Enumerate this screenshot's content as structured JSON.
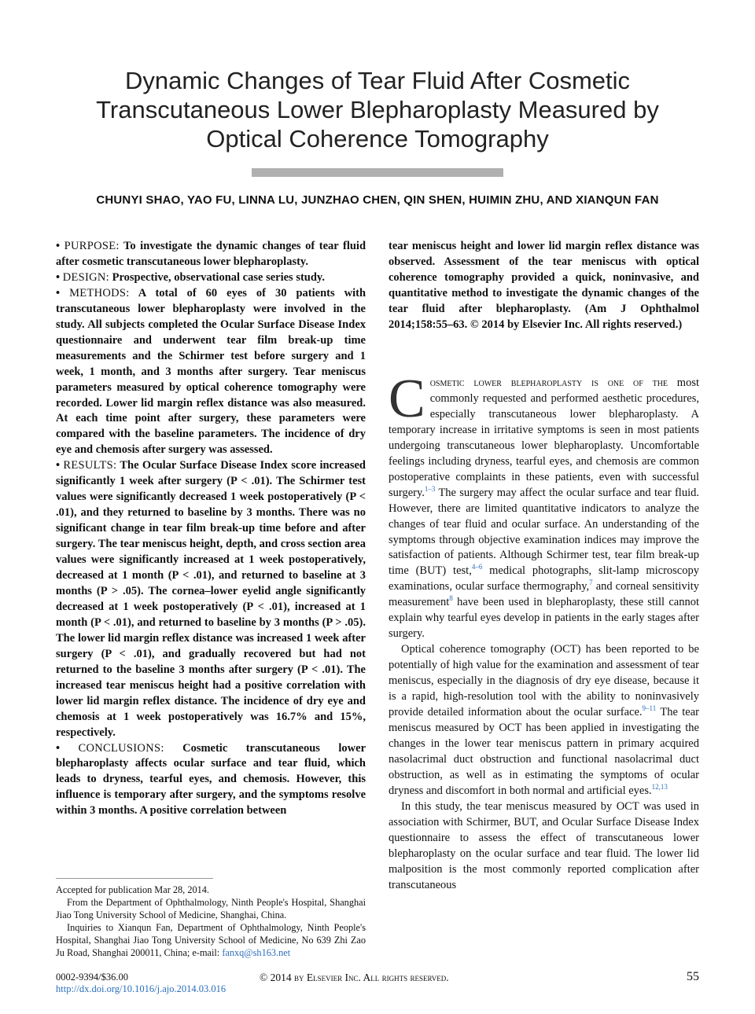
{
  "title": "Dynamic Changes of Tear Fluid After Cosmetic Transcutaneous Lower Blepharoplasty Measured by Optical Coherence Tomography",
  "authors": "CHUNYI SHAO, YAO FU, LINNA LU, JUNZHAO CHEN, QIN SHEN, HUIMIN ZHU, AND XIANQUN FAN",
  "abstract": {
    "purpose_label": "PURPOSE:",
    "purpose": " To investigate the dynamic changes of tear fluid after cosmetic transcutaneous lower blepharoplasty.",
    "design_label": "DESIGN:",
    "design": " Prospective, observational case series study.",
    "methods_label": "METHODS:",
    "methods": " A total of 60 eyes of 30 patients with transcutaneous lower blepharoplasty were involved in the study. All subjects completed the Ocular Surface Disease Index questionnaire and underwent tear film break-up time measurements and the Schirmer test before surgery and 1 week, 1 month, and 3 months after surgery. Tear meniscus parameters measured by optical coherence tomography were recorded. Lower lid margin reflex distance was also measured. At each time point after surgery, these parameters were compared with the baseline parameters. The incidence of dry eye and chemosis after surgery was assessed.",
    "results_label": "RESULTS:",
    "results": " The Ocular Surface Disease Index score increased significantly 1 week after surgery (P < .01). The Schirmer test values were significantly decreased 1 week postoperatively (P < .01), and they returned to baseline by 3 months. There was no significant change in tear film break-up time before and after surgery. The tear meniscus height, depth, and cross section area values were significantly increased at 1 week postoperatively, decreased at 1 month (P < .01), and returned to baseline at 3 months (P > .05). The cornea–lower eyelid angle significantly decreased at 1 week postoperatively (P < .01), increased at 1 month (P < .01), and returned to baseline by 3 months (P > .05). The lower lid margin reflex distance was increased 1 week after surgery (P < .01), and gradually recovered but had not returned to the baseline 3 months after surgery (P < .01). The increased tear meniscus height had a positive correlation with lower lid margin reflex distance. The incidence of dry eye and chemosis at 1 week postoperatively was 16.7% and 15%, respectively.",
    "conclusions_label": "CONCLUSIONS:",
    "conclusions": " Cosmetic transcutaneous lower blepharoplasty affects ocular surface and tear fluid, which leads to dryness, tearful eyes, and chemosis. However, this influence is temporary after surgery, and the symptoms resolve within 3 months. A positive correlation between",
    "conclusions_cont": "tear meniscus height and lower lid margin reflex distance was observed. Assessment of the tear meniscus with optical coherence tomography provided a quick, noninvasive, and quantitative method to investigate the dynamic changes of the tear fluid after blepharoplasty.",
    "citation": "(Am J Ophthalmol 2014;158:55–63. © 2014 by Elsevier Inc. All rights reserved.)"
  },
  "body": {
    "dropcap": "C",
    "p1_lead": "osmetic lower blepharoplasty is one of the",
    "p1a": " most commonly requested and performed aesthetic procedures, especially transcutaneous lower blepharoplasty. A temporary increase in irritative symptoms is seen in most patients undergoing transcutaneous lower blepharoplasty. Uncomfortable feelings including dryness, tearful eyes, and chemosis are common postoperative complaints in these patients, even with successful surgery.",
    "ref1": "1–3",
    "p1b": " The surgery may affect the ocular surface and tear fluid. However, there are limited quantitative indicators to analyze the changes of tear fluid and ocular surface. An understanding of the symptoms through objective examination indices may improve the satisfaction of patients. Although Schirmer test, tear film break-up time (BUT) test,",
    "ref2": "4–6",
    "p1c": " medical photographs, slit-lamp microscopy examinations, ocular surface thermography,",
    "ref3": "7",
    "p1d": " and corneal sensitivity measurement",
    "ref4": "8",
    "p1e": " have been used in blepharoplasty, these still cannot explain why tearful eyes develop in patients in the early stages after surgery.",
    "p2a": "Optical coherence tomography (OCT) has been reported to be potentially of high value for the examination and assessment of tear meniscus, especially in the diagnosis of dry eye disease, because it is a rapid, high-resolution tool with the ability to noninvasively provide detailed information about the ocular surface.",
    "ref5": "9–11",
    "p2b": " The tear meniscus measured by OCT has been applied in investigating the changes in the lower tear meniscus pattern in primary acquired nasolacrimal duct obstruction and functional nasolacrimal duct obstruction, as well as in estimating the symptoms of ocular dryness and discomfort in both normal and artificial eyes.",
    "ref6": "12,13",
    "p3": "In this study, the tear meniscus measured by OCT was used in association with Schirmer, BUT, and Ocular Surface Disease Index questionnaire to assess the effect of transcutaneous lower blepharoplasty on the ocular surface and tear fluid. The lower lid malposition is the most commonly reported complication after transcutaneous"
  },
  "footnotes": {
    "accepted": "Accepted for publication Mar 28, 2014.",
    "from": "From the Department of Ophthalmology, Ninth People's Hospital, Shanghai Jiao Tong University School of Medicine, Shanghai, China.",
    "inquiries": "Inquiries to Xianqun Fan, Department of Ophthalmology, Ninth People's Hospital, Shanghai Jiao Tong University School of Medicine, No 639 Zhi Zao Ju Road, Shanghai 200011, China; e-mail: ",
    "email": "fanxq@sh163.net"
  },
  "footer": {
    "issn": "0002-9394/$36.00",
    "doi": "http://dx.doi.org/10.1016/j.ajo.2014.03.016",
    "copyright": "© 2014 by Elsevier Inc. All rights reserved.",
    "page": "55"
  }
}
